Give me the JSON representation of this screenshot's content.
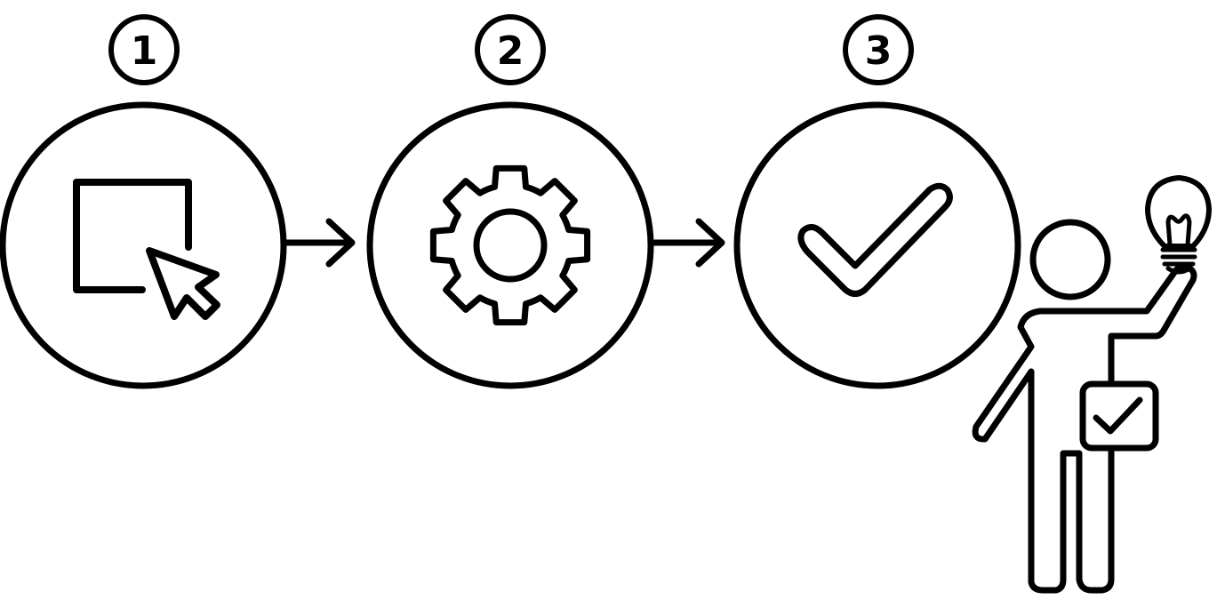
{
  "steps": [
    {
      "number": "1",
      "icon": "select-cursor-icon"
    },
    {
      "number": "2",
      "icon": "gear-icon"
    },
    {
      "number": "3",
      "icon": "checkmark-icon"
    }
  ],
  "figure": {
    "person": "person-icon",
    "lightbulb": "lightbulb-icon",
    "badge": "checkbox-badge-icon"
  },
  "colors": {
    "stroke": "#000000",
    "background": "#ffffff"
  }
}
